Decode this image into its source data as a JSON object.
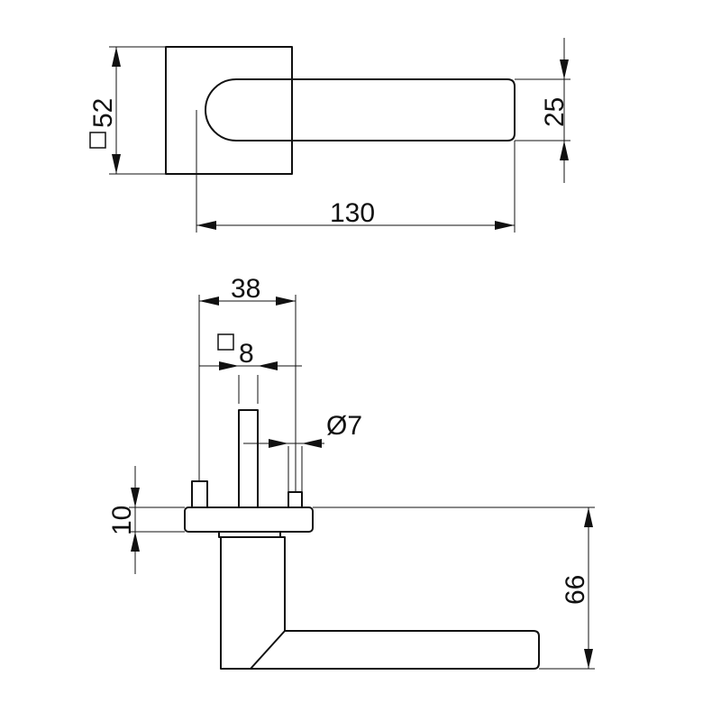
{
  "top_view": {
    "dim_rose_square": "52",
    "dim_handle_thickness": "25",
    "dim_handle_length": "130"
  },
  "side_view": {
    "dim_fixing_centres": "38",
    "dim_spindle_square": "8",
    "dim_screw_diameter": "Ø7",
    "dim_rose_height": "10",
    "dim_handle_drop": "66"
  },
  "colors": {
    "line": "#111111",
    "background": "#ffffff"
  }
}
